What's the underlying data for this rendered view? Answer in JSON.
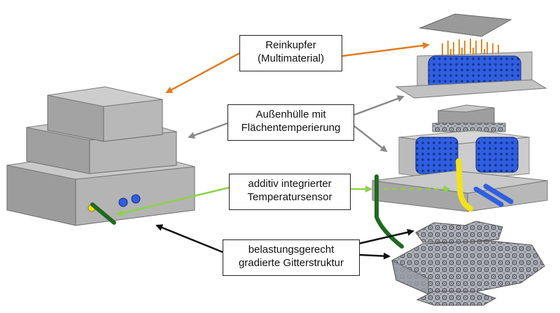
{
  "labels": {
    "copper": {
      "line1": "Reinkupfer",
      "line2": "(Multimaterial)"
    },
    "shell": {
      "line1": "Außenhülle mit",
      "line2": "Flächentemperierung"
    },
    "sensor": {
      "line1": "additiv integrierter",
      "line2": "Temperatursensor"
    },
    "lattice": {
      "line1": "belastungsgerecht",
      "line2": "gradierte Gitterstruktur"
    }
  },
  "colors": {
    "copper_arrow": "#e07b1f",
    "shell_arrow": "#8a8a8a",
    "sensor_arrow": "#8ed24a",
    "lattice_arrow": "#111111",
    "housing": "#a8a8a8",
    "cooling_channels": "#2f5fe0",
    "sensor_rod": "#1f6a1f",
    "sensor_tip": "#f2e21a",
    "copper_pins": "#e08a2a"
  }
}
